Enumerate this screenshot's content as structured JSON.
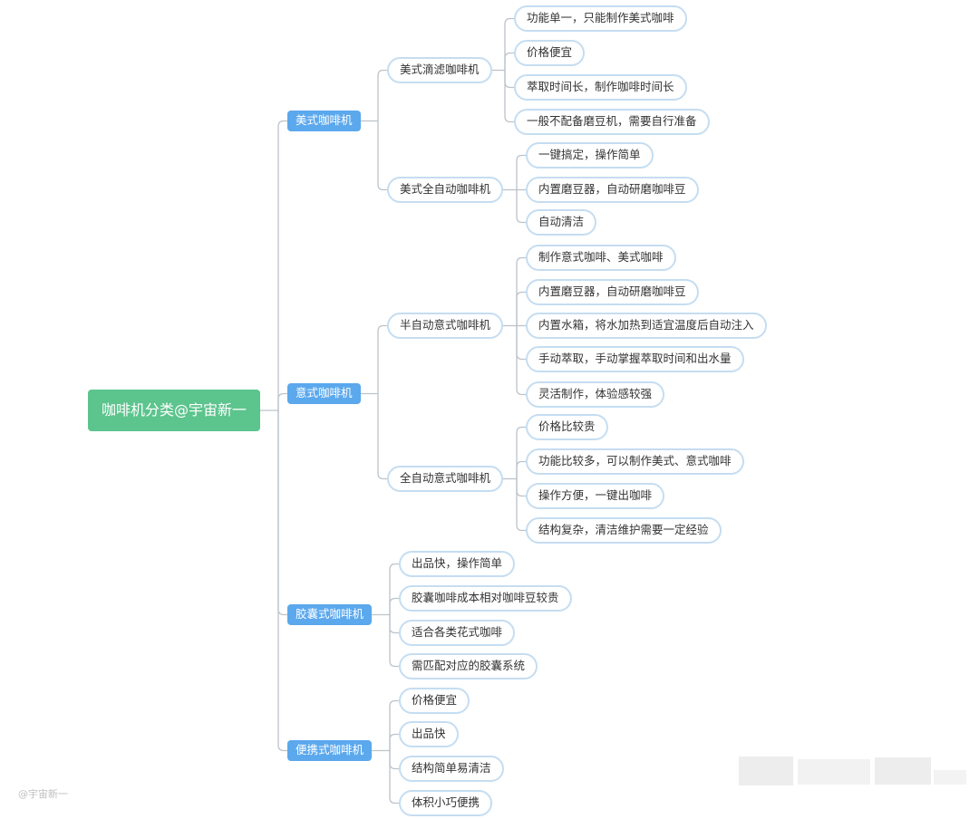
{
  "root": {
    "label": "咖啡机分类@宇宙新一"
  },
  "categories": [
    {
      "label": "美式咖啡机"
    },
    {
      "label": "意式咖啡机"
    },
    {
      "label": "胶囊式咖啡机"
    },
    {
      "label": "便携式咖啡机"
    }
  ],
  "subcategories": [
    {
      "label": "美式滴滤咖啡机"
    },
    {
      "label": "美式全自动咖啡机"
    },
    {
      "label": "半自动意式咖啡机"
    },
    {
      "label": "全自动意式咖啡机"
    }
  ],
  "leaves": [
    "功能单一，只能制作美式咖啡",
    "价格便宜",
    "萃取时间长，制作咖啡时间长",
    "一般不配备磨豆机，需要自行准备",
    "一键搞定，操作简单",
    "内置磨豆器，自动研磨咖啡豆",
    "自动清洁",
    "制作意式咖啡、美式咖啡",
    "内置磨豆器，自动研磨咖啡豆",
    "内置水箱，将水加热到适宜温度后自动注入",
    "手动萃取，手动掌握萃取时间和出水量",
    "灵活制作，体验感较强",
    "价格比较贵",
    "功能比较多，可以制作美式、意式咖啡",
    "操作方便，一键出咖啡",
    "结构复杂，清洁维护需要一定经验",
    "出品快，操作简单",
    "胶囊咖啡成本相对咖啡豆较贵",
    "适合各类花式咖啡",
    "需匹配对应的胶囊系统",
    "价格便宜",
    "出品快",
    "结构简单易清洁",
    "体积小巧便携"
  ],
  "watermark": "@宇宙新一",
  "colors": {
    "root": "#5cc48d",
    "category": "#5ba8ed",
    "border": "#c5ddf1",
    "line": "#bcc3ca"
  }
}
